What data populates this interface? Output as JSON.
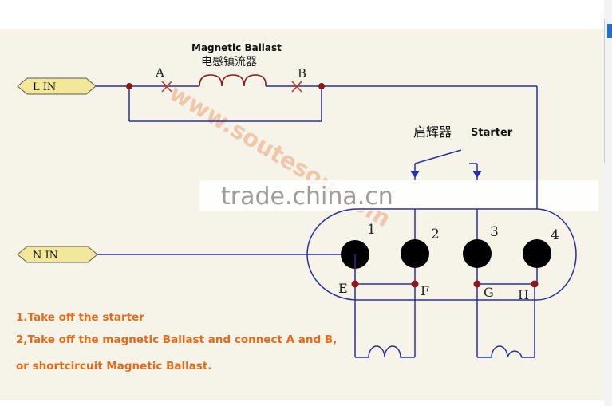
{
  "labels": {
    "ballast_en": "Magnetic Ballast",
    "ballast_cn": "电感镇流器",
    "starter_cn": "启辉器",
    "starter_en": "Starter",
    "l_in": "L IN",
    "n_in": "N IN",
    "point_a": "A",
    "point_b": "B",
    "point_e": "E",
    "point_f": "F",
    "point_g": "G",
    "point_h": "H",
    "pin_1": "1",
    "pin_2": "2",
    "pin_3": "3",
    "pin_4": "4"
  },
  "watermarks": {
    "diagonal": "www.soutesou.com",
    "center": "trade.china.cn"
  },
  "instructions": {
    "line1": "1.Take off the starter",
    "line2": "2,Take off the magnetic Ballast and connect A and B,",
    "line3": "or shortcircuit Magnetic Ballast."
  },
  "colors": {
    "wire": "#2a2f9e",
    "dot": "#8b1a1a",
    "instruction_text": "#e56a1a",
    "watermark_orange": "#e8a27a",
    "terminal_fill": "#000000",
    "connector_fill": "#f3e89a"
  }
}
